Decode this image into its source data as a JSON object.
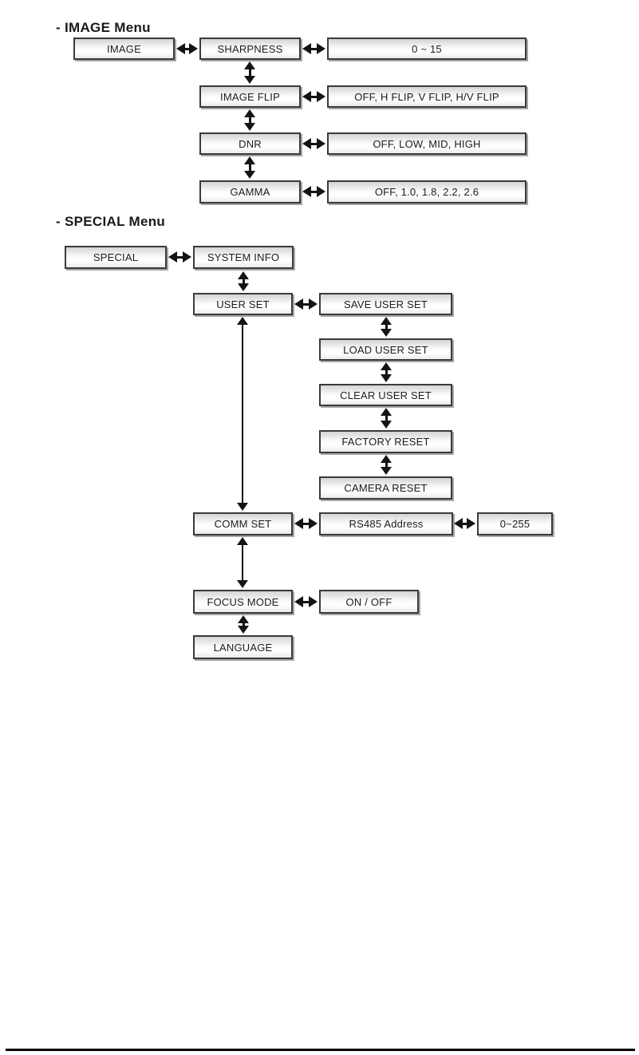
{
  "colors": {
    "background": "#ffffff",
    "box_border": "#3a3a3a",
    "box_shadow": "#a6a6a6",
    "box_fill_top": "#d4d4d4",
    "box_fill_bottom": "#e9e9e9",
    "arrow": "#141414",
    "heading_text": "#1a1a1a",
    "footer_rule": "#000000"
  },
  "icons": {
    "h_double_arrow": "two outward solid triangles joined by a bar (left-right)",
    "v_double_arrow": "two outward solid triangles joined by a bar (up-down)"
  },
  "image_menu": {
    "heading": "- IMAGE Menu",
    "root": "IMAGE",
    "rows": [
      {
        "item": "SHARPNESS",
        "values": "0 ~ 15"
      },
      {
        "item": "IMAGE FLIP",
        "values": "OFF, H FLIP, V FLIP, H/V FLIP"
      },
      {
        "item": "DNR",
        "values": "OFF, LOW, MID, HIGH"
      },
      {
        "item": "GAMMA",
        "values": "OFF, 1.0, 1.8, 2.2, 2.6"
      }
    ]
  },
  "special_menu": {
    "heading": "- SPECIAL Menu",
    "root": "SPECIAL",
    "system_info": "SYSTEM INFO",
    "user_set": {
      "label": "USER SET",
      "sub_items": [
        "SAVE USER SET",
        "LOAD USER SET",
        "CLEAR USER SET",
        "FACTORY RESET",
        "CAMERA RESET"
      ]
    },
    "comm_set": {
      "label": "COMM SET",
      "item": "RS485 Address",
      "values": "0~255"
    },
    "focus_mode": {
      "label": "FOCUS MODE",
      "values": "ON / OFF"
    },
    "language": "LANGUAGE"
  }
}
